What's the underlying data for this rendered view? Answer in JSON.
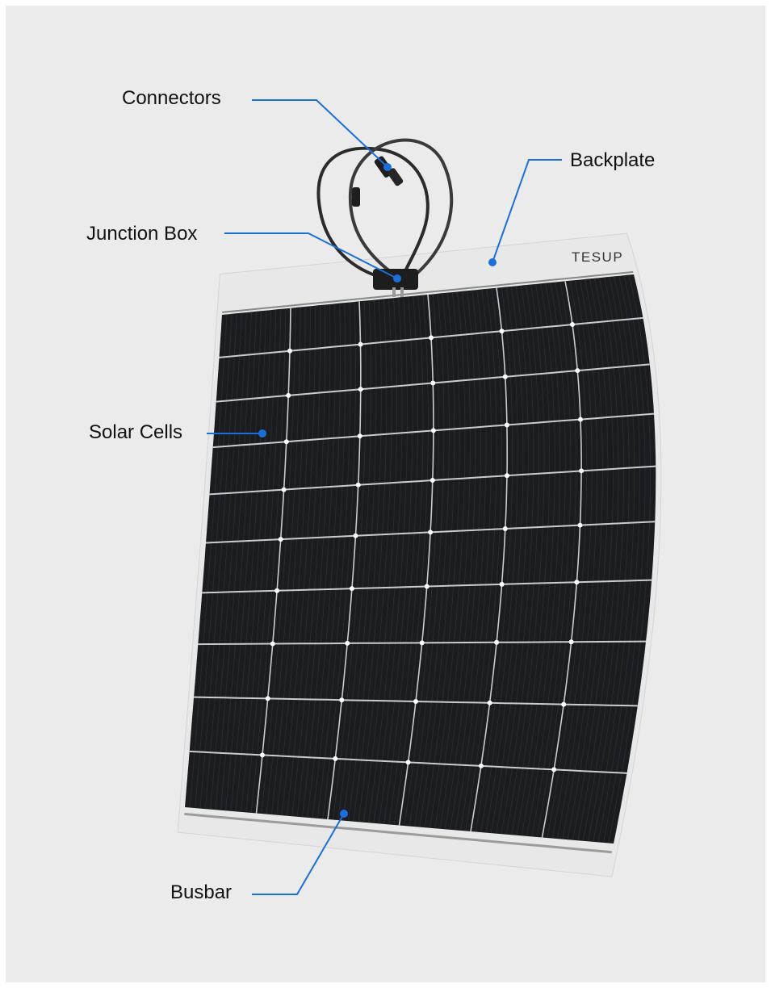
{
  "labels": {
    "connectors": "Connectors",
    "backplate": "Backplate",
    "junction_box": "Junction Box",
    "solar_cells": "Solar Cells",
    "busbar": "Busbar"
  },
  "panel": {
    "brand": "TESUP",
    "grid_columns": 6,
    "grid_rows": 10
  },
  "colors": {
    "background": "#ebebeb",
    "leader_line": "#1a6fd8",
    "cell": "#1b1c1f",
    "backplate": "#e8e8e8"
  }
}
